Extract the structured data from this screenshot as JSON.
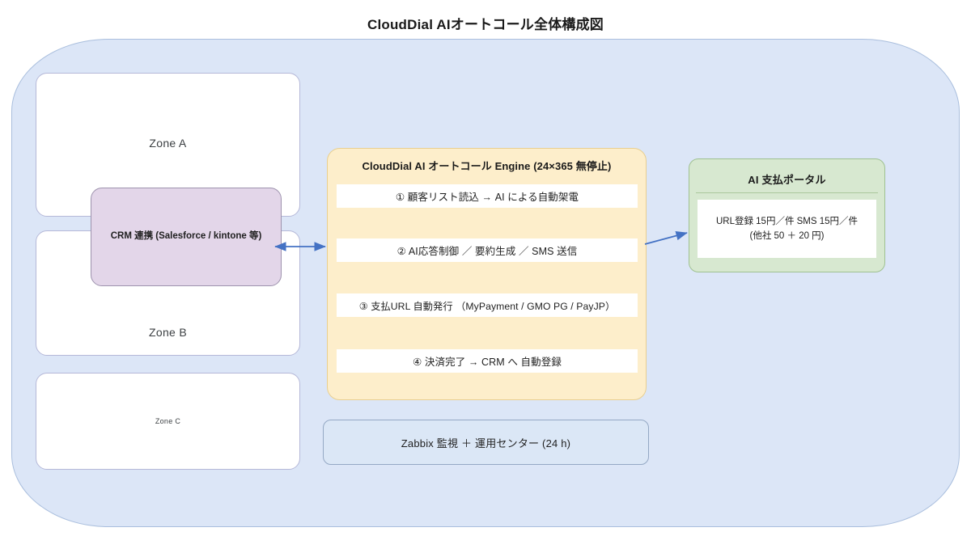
{
  "title": "CloudDial AIオートコール全体構成図",
  "outer_zone": {
    "name": "platform-container"
  },
  "zones": [
    {
      "id": "zone-a",
      "label": "Zone A"
    },
    {
      "id": "zone-b",
      "label": "Zone B"
    },
    {
      "id": "zone-c",
      "label": "Zone C"
    }
  ],
  "crm": {
    "label": "CRM 連携 (Salesforce / kintone 等)"
  },
  "engine": {
    "title": "CloudDial AI オートコール Engine (24×365 無停止)",
    "steps": [
      "① 顧客リスト読込 → AI による自動架電",
      "② AI応答制御 ／ 要約生成 ／ SMS 送信",
      "③ 支払URL 自動発行 （MyPayment / GMO PG / PayJP）",
      "④ 決済完了 → CRM へ 自動登録"
    ]
  },
  "portal": {
    "title": "AI 支払ポータル",
    "line1": "URL登録 15円／件  SMS 15円／件",
    "line2": "(他社 50 ＋ 20 円)"
  },
  "monitoring": {
    "label": "Zabbix 監視 ＋ 運用センター (24 h)"
  },
  "colors": {
    "outer_fill": "#dce6f7",
    "outer_border": "#a9bedd",
    "zone_fill": "#ffffff",
    "zone_border": "#b5b8d8",
    "crm_fill": "#e3d6e9",
    "crm_border": "#9d92ad",
    "engine_fill": "#fdeecb",
    "engine_border": "#e9cf8f",
    "step_fill": "#ffffff",
    "portal_fill": "#d7e8d0",
    "portal_border": "#9fc191",
    "zabbix_fill": "#dbe7f6",
    "zabbix_border": "#94a8c4",
    "arrow": "#4472c4",
    "text": "#1f1f1f"
  },
  "connectors": [
    {
      "id": "crm-engine",
      "type": "bidirectional-arrow",
      "from": "crm",
      "to": "engine"
    },
    {
      "id": "engine-portal",
      "type": "arrow",
      "from": "engine",
      "to": "portal"
    }
  ]
}
